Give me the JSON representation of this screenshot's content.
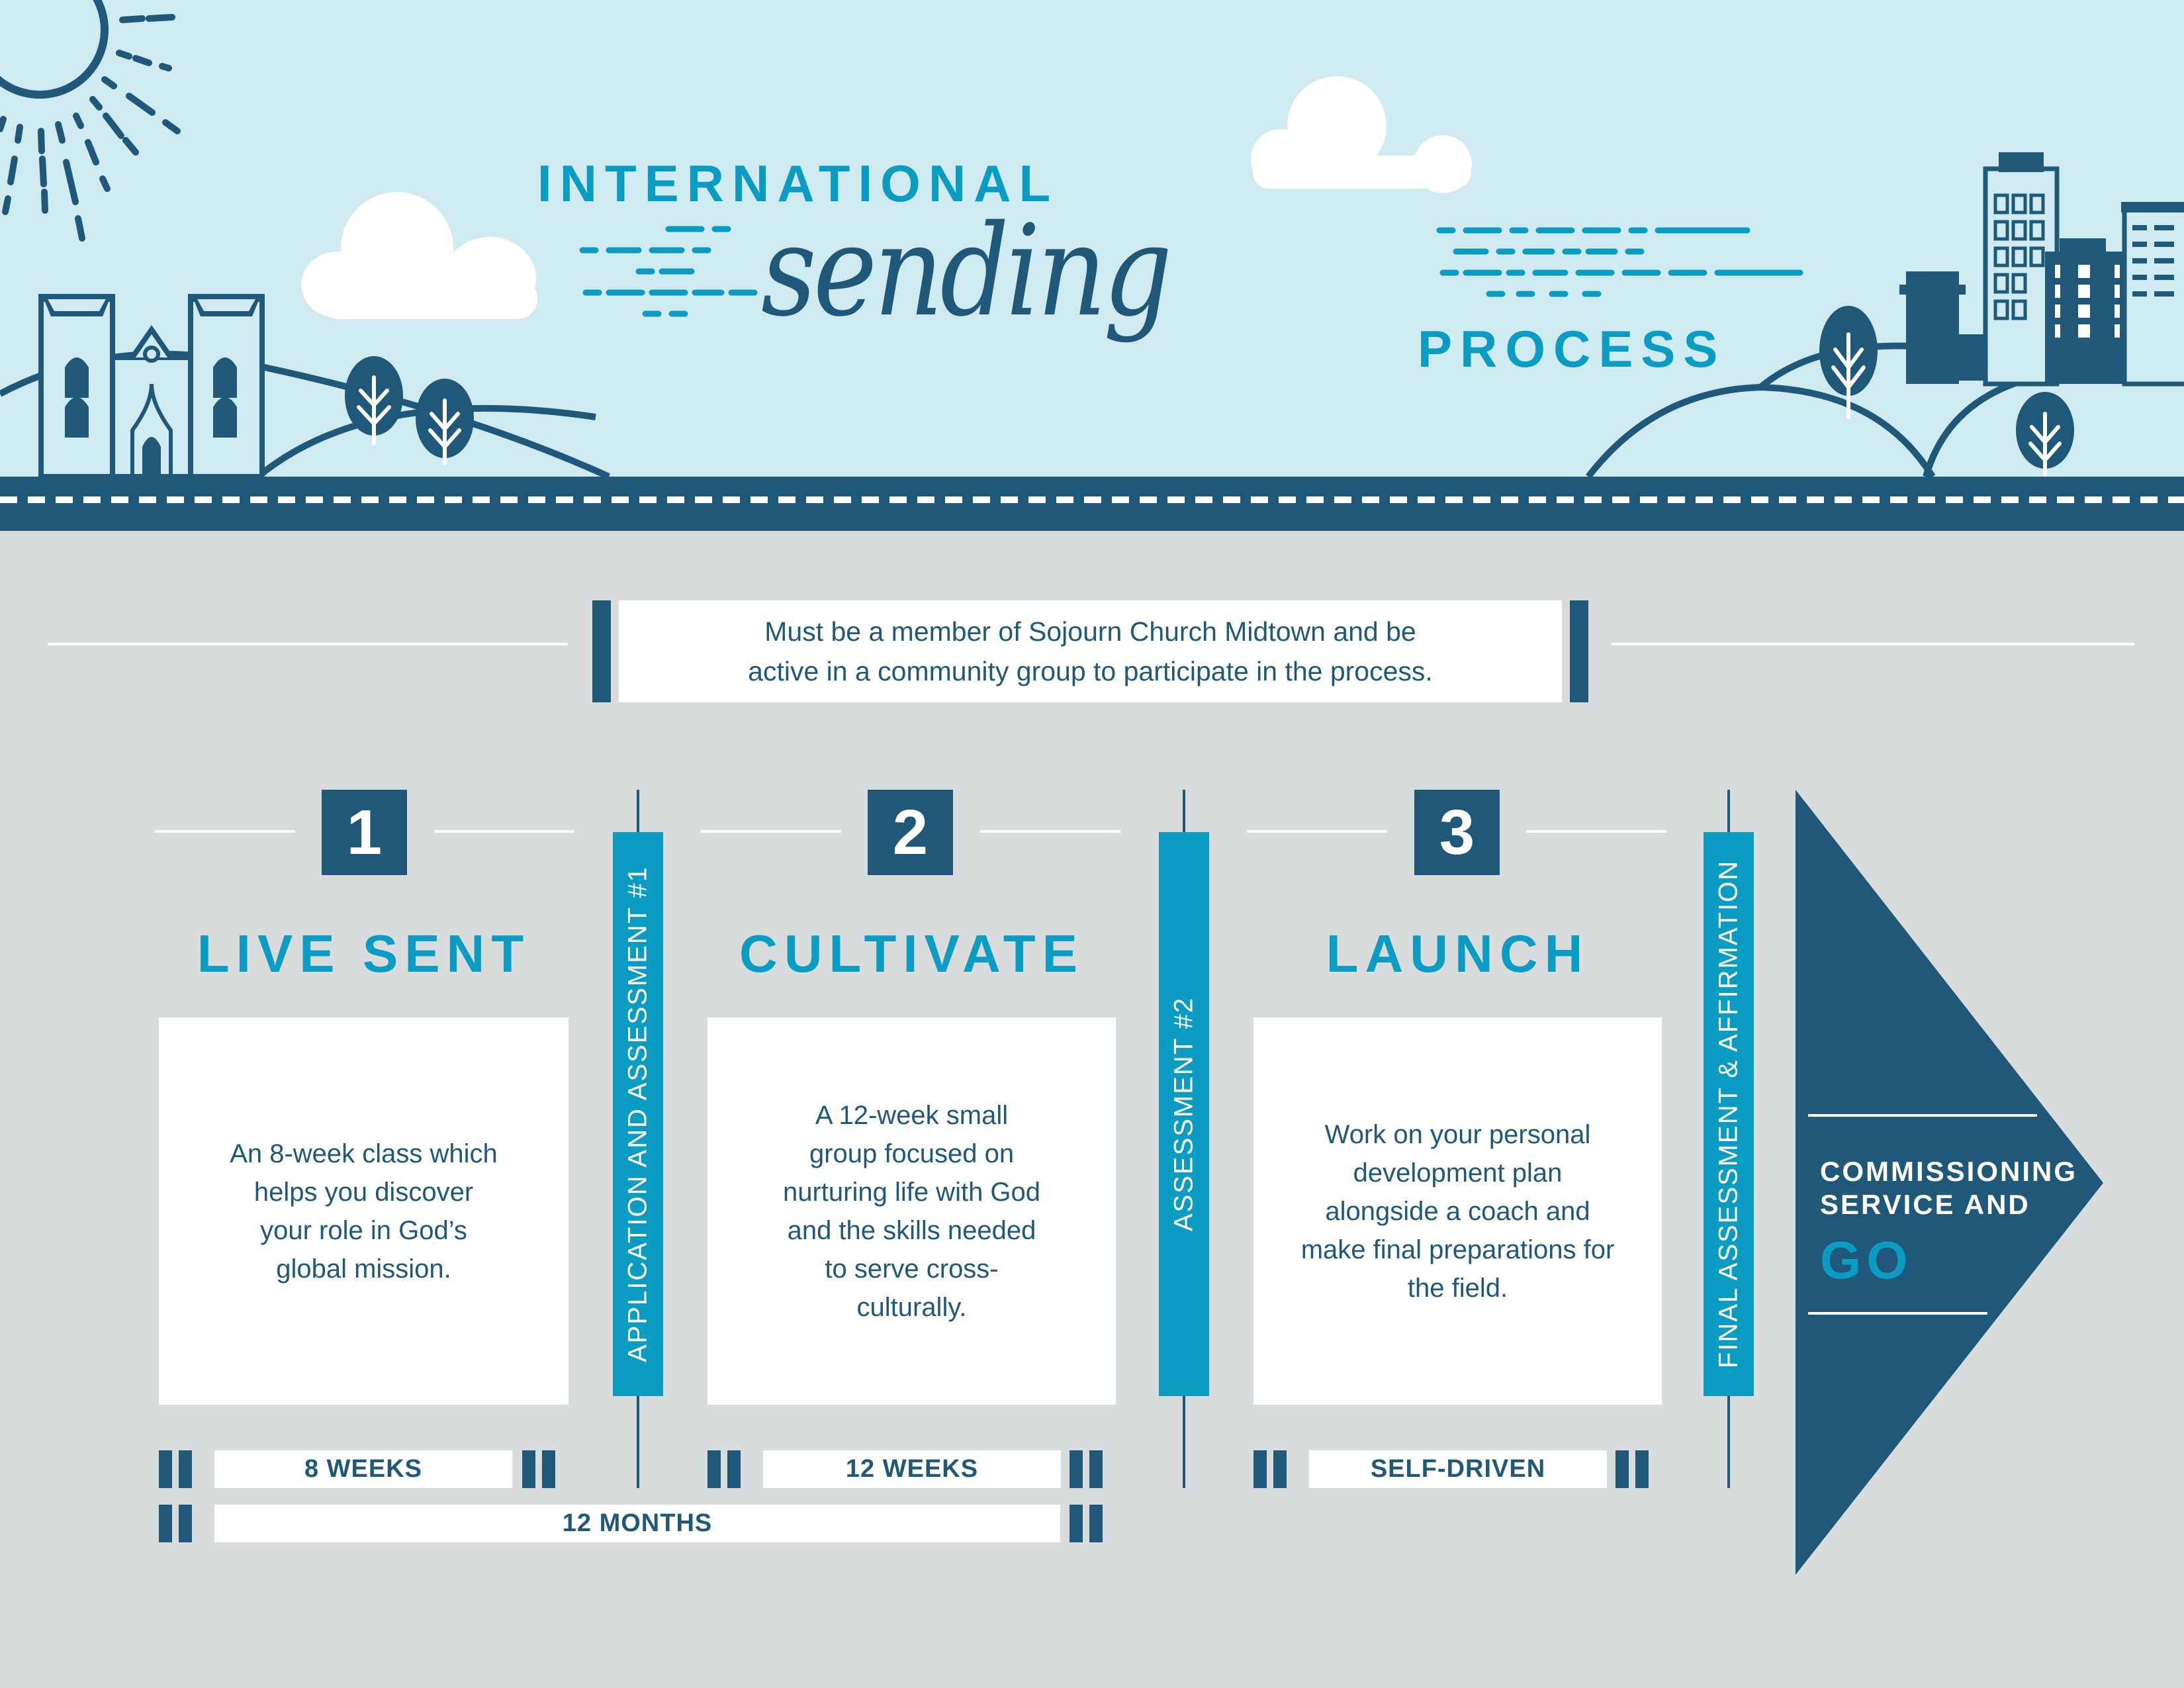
{
  "header": {
    "title_line1": "INTERNATIONAL",
    "title_line2": "sending",
    "title_line3": "PROCESS"
  },
  "illustration": {
    "left_scene": [
      "sun-icon",
      "church-icon",
      "tree-icon",
      "cloud-icon",
      "hills"
    ],
    "right_scene": [
      "city-skyline-icon",
      "tree-icon",
      "cloud-icon",
      "hills"
    ],
    "road": "road-with-dashed-line"
  },
  "requirement_note": {
    "line1": "Must be a member of Sojourn Church Midtown and be",
    "line2": "active in a community group to participate in the process."
  },
  "steps": [
    {
      "number": "1",
      "title": "LIVE SENT",
      "description": "An 8-week class which helps you discover your role in God’s global mission.",
      "duration": "8 WEEKS"
    },
    {
      "number": "2",
      "title": "CULTIVATE",
      "description": "A 12-week small group focused on nurturing life with God and the skills needed to serve cross-culturally.",
      "duration": "12 WEEKS"
    },
    {
      "number": "3",
      "title": "LAUNCH",
      "description": "Work on your personal development plan alongside a coach and make final preparations for the field.",
      "duration": "SELF-DRIVEN"
    }
  ],
  "assessments": [
    "APPLICATION AND ASSESSMENT #1",
    "ASSESSMENT #2",
    "FINAL ASSESSMENT & AFFIRMATION"
  ],
  "total_duration": "12 MONTHS",
  "final": {
    "line1": "COMMISSIONING",
    "line2": "SERVICE AND",
    "go": "GO"
  },
  "colors": {
    "sky": "#CFEAF1",
    "navy": "#20587A",
    "accent": "#0A9CC3",
    "background": "#D8DCDD",
    "white": "#FFFFFF"
  }
}
